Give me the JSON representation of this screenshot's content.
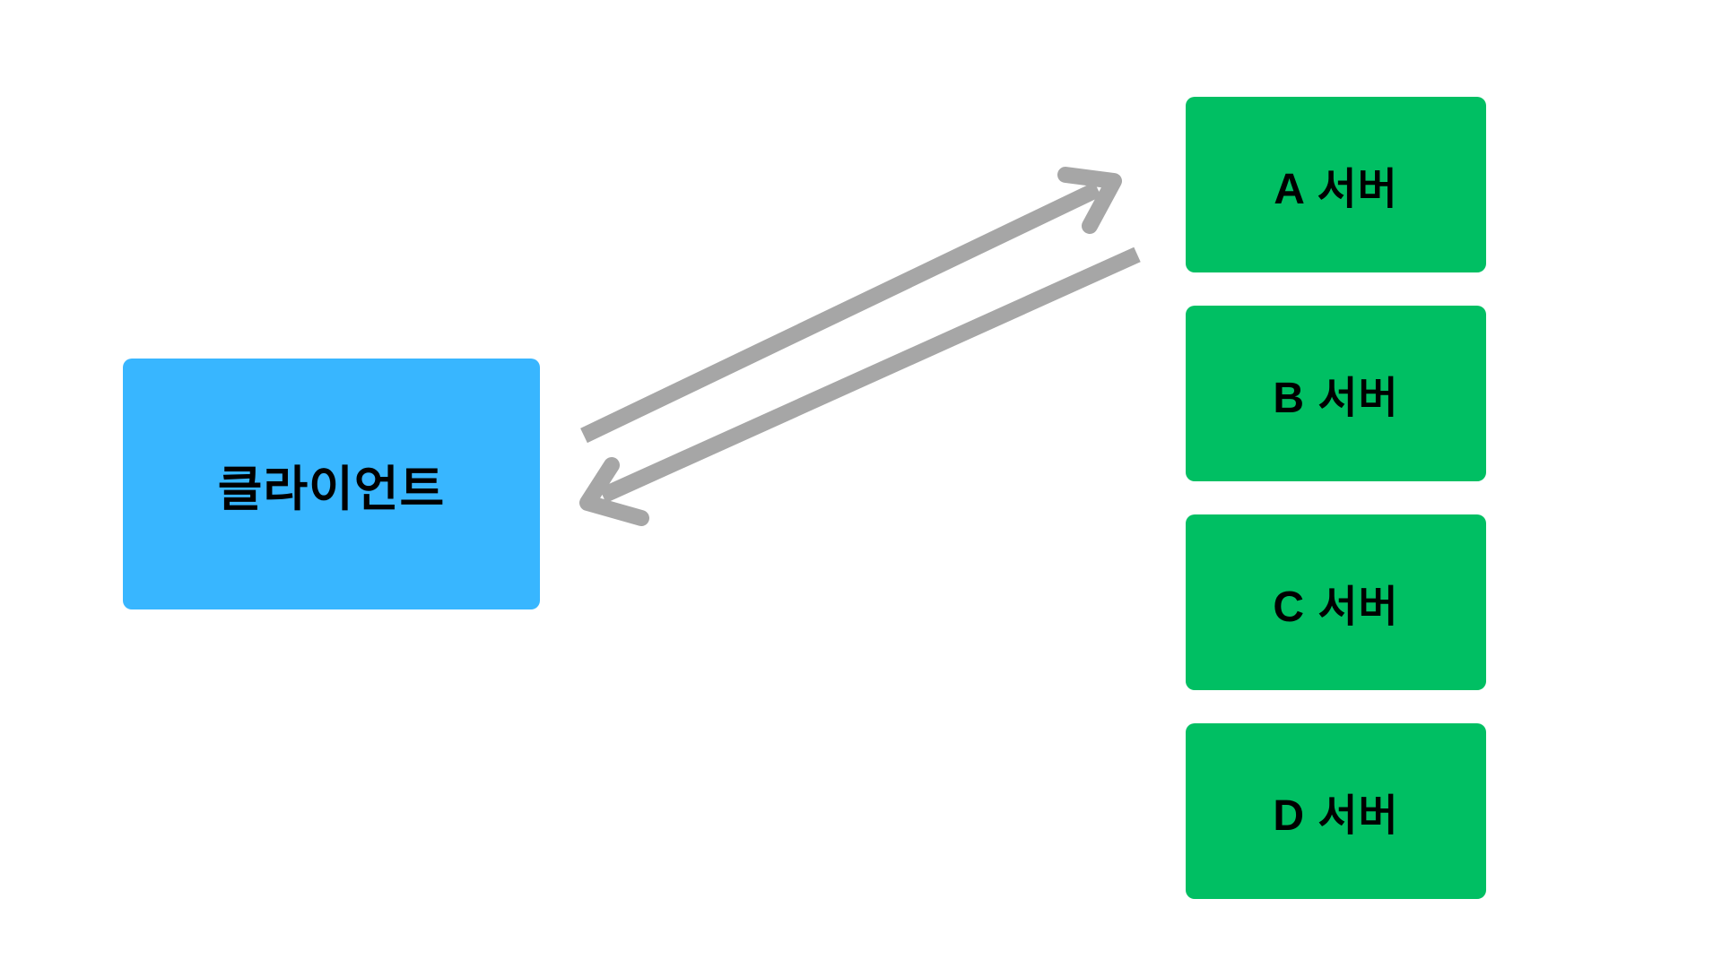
{
  "diagram": {
    "background_color": "#FFFFFF",
    "client": {
      "label": "클라이언트",
      "fill_color": "#38B6FF",
      "text_color": "#000000"
    },
    "servers": [
      {
        "id": "A",
        "label": "A 서버"
      },
      {
        "id": "B",
        "label": "B 서버"
      },
      {
        "id": "C",
        "label": "C 서버"
      },
      {
        "id": "D",
        "label": "D 서버"
      }
    ],
    "server_fill_color": "#00BF63",
    "server_text_color": "#000000",
    "arrows": {
      "color": "#A6A6A6",
      "request": {
        "from": "클라이언트",
        "to": "A 서버"
      },
      "response": {
        "from": "A 서버",
        "to": "클라이언트"
      }
    }
  }
}
